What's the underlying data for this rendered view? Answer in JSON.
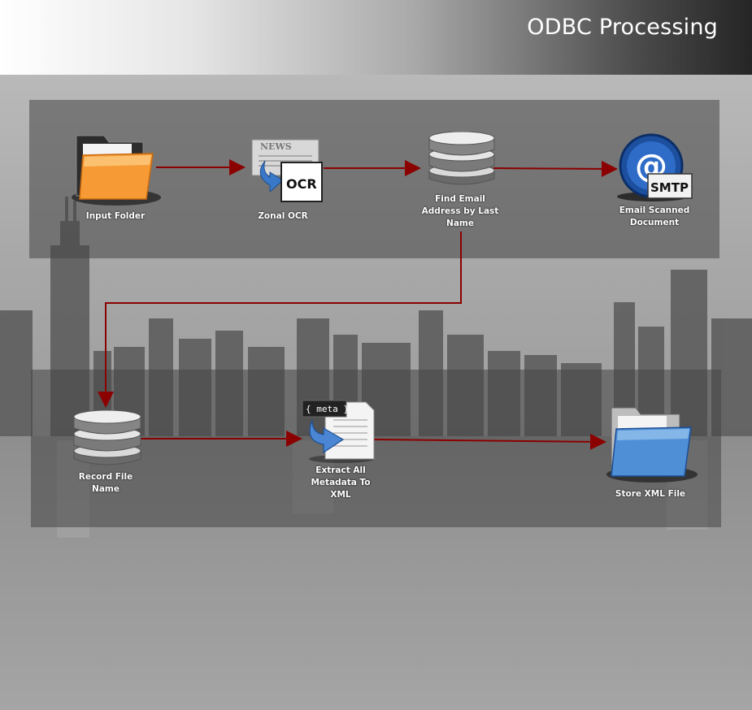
{
  "header": {
    "title": "ODBC Processing"
  },
  "workflow": {
    "nodes": [
      {
        "id": "input-folder",
        "label": "Input Folder",
        "icon": "orange-folder-icon"
      },
      {
        "id": "zonal-ocr",
        "label": "Zonal OCR",
        "icon": "newspaper-ocr-icon",
        "badge": "OCR",
        "paper_text": "NEWS"
      },
      {
        "id": "find-email",
        "label": "Find Email Address by Last Name",
        "icon": "database-icon"
      },
      {
        "id": "email-doc",
        "label": "Email Scanned Document",
        "icon": "smtp-email-icon",
        "badge": "SMTP",
        "glyph": "@"
      },
      {
        "id": "record-file",
        "label": "Record File Name",
        "icon": "database-icon"
      },
      {
        "id": "extract-meta",
        "label": "Extract All Metadata To XML",
        "icon": "metadata-xml-icon",
        "badge": "{ meta }"
      },
      {
        "id": "store-xml",
        "label": "Store XML File",
        "icon": "blue-folder-icon"
      }
    ],
    "connections": [
      {
        "from": "input-folder",
        "to": "zonal-ocr"
      },
      {
        "from": "zonal-ocr",
        "to": "find-email"
      },
      {
        "from": "find-email",
        "to": "email-doc"
      },
      {
        "from": "find-email",
        "to": "record-file"
      },
      {
        "from": "record-file",
        "to": "extract-meta"
      },
      {
        "from": "extract-meta",
        "to": "store-xml"
      }
    ],
    "colors": {
      "connector": "#8b0000",
      "panel": "#464646",
      "label": "#ffffff"
    }
  }
}
